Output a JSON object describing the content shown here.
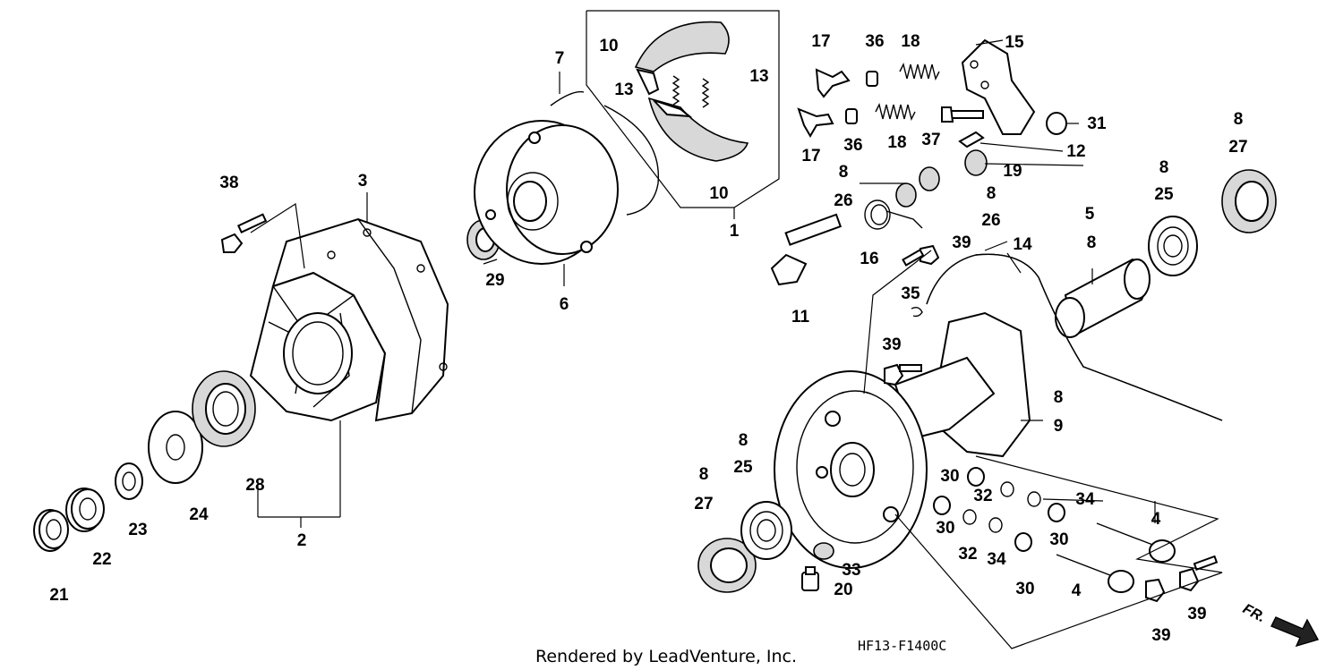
{
  "callouts": {
    "c1": "1",
    "c2": "2",
    "c3": "3",
    "c4a": "4",
    "c4b": "4",
    "c5": "5",
    "c6": "6",
    "c7": "7",
    "c8_27a": "8",
    "c27a": "27",
    "c8_25a": "8",
    "c25a": "25",
    "c8_5": "8",
    "c8_26a": "8",
    "c26a": "26",
    "c8_26b": "8",
    "c26b": "26",
    "c8_9": "8",
    "c9": "9",
    "c8_25b": "8",
    "c25b": "25",
    "c8_27b": "8",
    "c27b": "27",
    "c10a": "10",
    "c10b": "10",
    "c11": "11",
    "c12": "12",
    "c13a": "13",
    "c13b": "13",
    "c14": "14",
    "c15": "15",
    "c16": "16",
    "c17a": "17",
    "c17b": "17",
    "c18a": "18",
    "c18b": "18",
    "c19": "19",
    "c20": "20",
    "c21": "21",
    "c22": "22",
    "c23": "23",
    "c24": "24",
    "c28": "28",
    "c29": "29",
    "c30a": "30",
    "c30b": "30",
    "c30c": "30",
    "c30d": "30",
    "c31": "31",
    "c32a": "32",
    "c32b": "32",
    "c33": "33",
    "c34a": "34",
    "c34b": "34",
    "c35": "35",
    "c36a": "36",
    "c36b": "36",
    "c37": "37",
    "c38": "38",
    "c39a": "39",
    "c39b": "39",
    "c39c": "39",
    "c39d": "39"
  },
  "diagram_code": "HF13-F1400C",
  "credit": "Rendered by LeadVenture, Inc.",
  "direction_label": "FR."
}
